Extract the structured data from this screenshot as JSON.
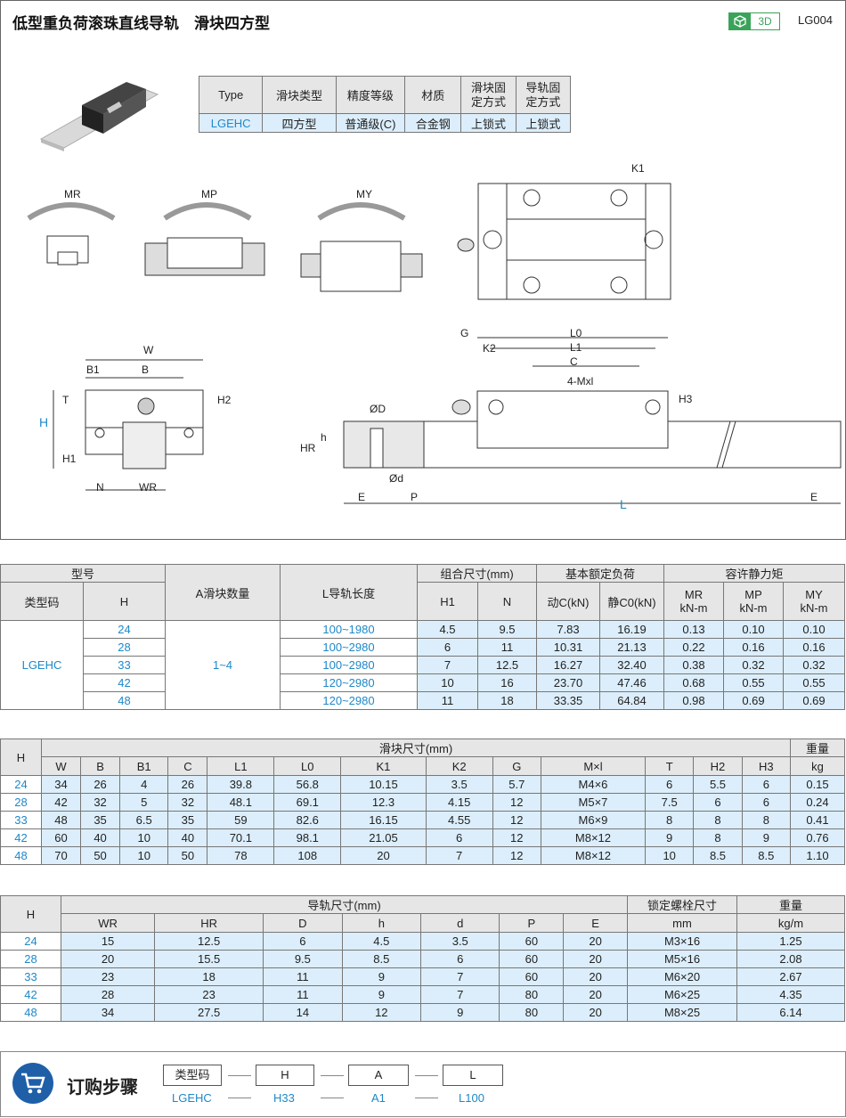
{
  "header": {
    "title": "低型重负荷滚珠直线导轨　滑块四方型",
    "badge": "3D",
    "code": "LG004"
  },
  "spec_table": {
    "headers": [
      "Type",
      "滑块类型",
      "精度等级",
      "材质",
      "滑块固\n定方式",
      "导轨固\n定方式"
    ],
    "row": [
      "LGEHC",
      "四方型",
      "普通级(C)",
      "合金钢",
      "上锁式",
      "上锁式"
    ]
  },
  "diagram": {
    "moments": [
      "MR",
      "MP",
      "MY"
    ],
    "dims": {
      "K1": "K1",
      "W": "W",
      "B1": "B1",
      "B": "B",
      "T": "T",
      "H2": "H2",
      "H": "H",
      "H1": "H1",
      "N": "N",
      "WR": "WR",
      "G": "G",
      "L0": "L0",
      "L1": "L1",
      "K2": "K2",
      "C": "C",
      "Mxl": "4-Mxl",
      "H3": "H3",
      "OD": "ØD",
      "h": "h",
      "HR": "HR",
      "d": "Ød",
      "E": "E",
      "P": "P",
      "L": "L",
      "E2": "E"
    }
  },
  "table1": {
    "h_model": "型号",
    "h_typecode": "类型码",
    "h_H": "H",
    "h_A": "A滑块数量",
    "h_L": "L导轨长度",
    "h_combo": "组合尺寸(mm)",
    "h_H1": "H1",
    "h_N": "N",
    "h_load": "基本额定负荷",
    "h_C": "动C(kN)",
    "h_C0": "静C0(kN)",
    "h_moment": "容许静力矩",
    "h_MR": "MR\nkN-m",
    "h_MP": "MP\nkN-m",
    "h_MY": "MY\nkN-m",
    "typecode": "LGEHC",
    "A": "1~4",
    "rows": [
      {
        "H": "24",
        "L": "100~1980",
        "H1": "4.5",
        "N": "9.5",
        "C": "7.83",
        "C0": "16.19",
        "MR": "0.13",
        "MP": "0.10",
        "MY": "0.10"
      },
      {
        "H": "28",
        "L": "100~2980",
        "H1": "6",
        "N": "11",
        "C": "10.31",
        "C0": "21.13",
        "MR": "0.22",
        "MP": "0.16",
        "MY": "0.16"
      },
      {
        "H": "33",
        "L": "100~2980",
        "H1": "7",
        "N": "12.5",
        "C": "16.27",
        "C0": "32.40",
        "MR": "0.38",
        "MP": "0.32",
        "MY": "0.32"
      },
      {
        "H": "42",
        "L": "120~2980",
        "H1": "10",
        "N": "16",
        "C": "23.70",
        "C0": "47.46",
        "MR": "0.68",
        "MP": "0.55",
        "MY": "0.55"
      },
      {
        "H": "48",
        "L": "120~2980",
        "H1": "11",
        "N": "18",
        "C": "33.35",
        "C0": "64.84",
        "MR": "0.98",
        "MP": "0.69",
        "MY": "0.69"
      }
    ]
  },
  "table2": {
    "h_H": "H",
    "h_group": "滑块尺寸(mm)",
    "h_weight": "重量",
    "h_kg": "kg",
    "cols": [
      "W",
      "B",
      "B1",
      "C",
      "L1",
      "L0",
      "K1",
      "K2",
      "G",
      "M×l",
      "T",
      "H2",
      "H3"
    ],
    "rows": [
      [
        "24",
        "34",
        "26",
        "4",
        "26",
        "39.8",
        "56.8",
        "10.15",
        "3.5",
        "5.7",
        "M4×6",
        "6",
        "5.5",
        "6",
        "0.15"
      ],
      [
        "28",
        "42",
        "32",
        "5",
        "32",
        "48.1",
        "69.1",
        "12.3",
        "4.15",
        "12",
        "M5×7",
        "7.5",
        "6",
        "6",
        "0.24"
      ],
      [
        "33",
        "48",
        "35",
        "6.5",
        "35",
        "59",
        "82.6",
        "16.15",
        "4.55",
        "12",
        "M6×9",
        "8",
        "8",
        "8",
        "0.41"
      ],
      [
        "42",
        "60",
        "40",
        "10",
        "40",
        "70.1",
        "98.1",
        "21.05",
        "6",
        "12",
        "M8×12",
        "9",
        "8",
        "9",
        "0.76"
      ],
      [
        "48",
        "70",
        "50",
        "10",
        "50",
        "78",
        "108",
        "20",
        "7",
        "12",
        "M8×12",
        "10",
        "8.5",
        "8.5",
        "1.10"
      ]
    ]
  },
  "table3": {
    "h_H": "H",
    "h_group": "导轨尺寸(mm)",
    "h_bolt": "锁定螺栓尺寸",
    "h_weight": "重量",
    "cols": [
      "WR",
      "HR",
      "D",
      "h",
      "d",
      "P",
      "E"
    ],
    "h_mm": "mm",
    "h_kgm": "kg/m",
    "rows": [
      [
        "24",
        "15",
        "12.5",
        "6",
        "4.5",
        "3.5",
        "60",
        "20",
        "M3×16",
        "1.25"
      ],
      [
        "28",
        "20",
        "15.5",
        "9.5",
        "8.5",
        "6",
        "60",
        "20",
        "M5×16",
        "2.08"
      ],
      [
        "33",
        "23",
        "18",
        "11",
        "9",
        "7",
        "60",
        "20",
        "M6×20",
        "2.67"
      ],
      [
        "42",
        "28",
        "23",
        "11",
        "9",
        "7",
        "80",
        "20",
        "M6×25",
        "4.35"
      ],
      [
        "48",
        "34",
        "27.5",
        "14",
        "12",
        "9",
        "80",
        "20",
        "M8×25",
        "6.14"
      ]
    ]
  },
  "order": {
    "title": "订购步骤",
    "boxes": [
      "类型码",
      "H",
      "A",
      "L"
    ],
    "values": [
      "LGEHC",
      "H33",
      "A1",
      "L100"
    ]
  },
  "colors": {
    "accent": "#1e88c8",
    "highlight": "#dceefb",
    "header": "#e6e6e6",
    "badge": "#3aa35a"
  }
}
